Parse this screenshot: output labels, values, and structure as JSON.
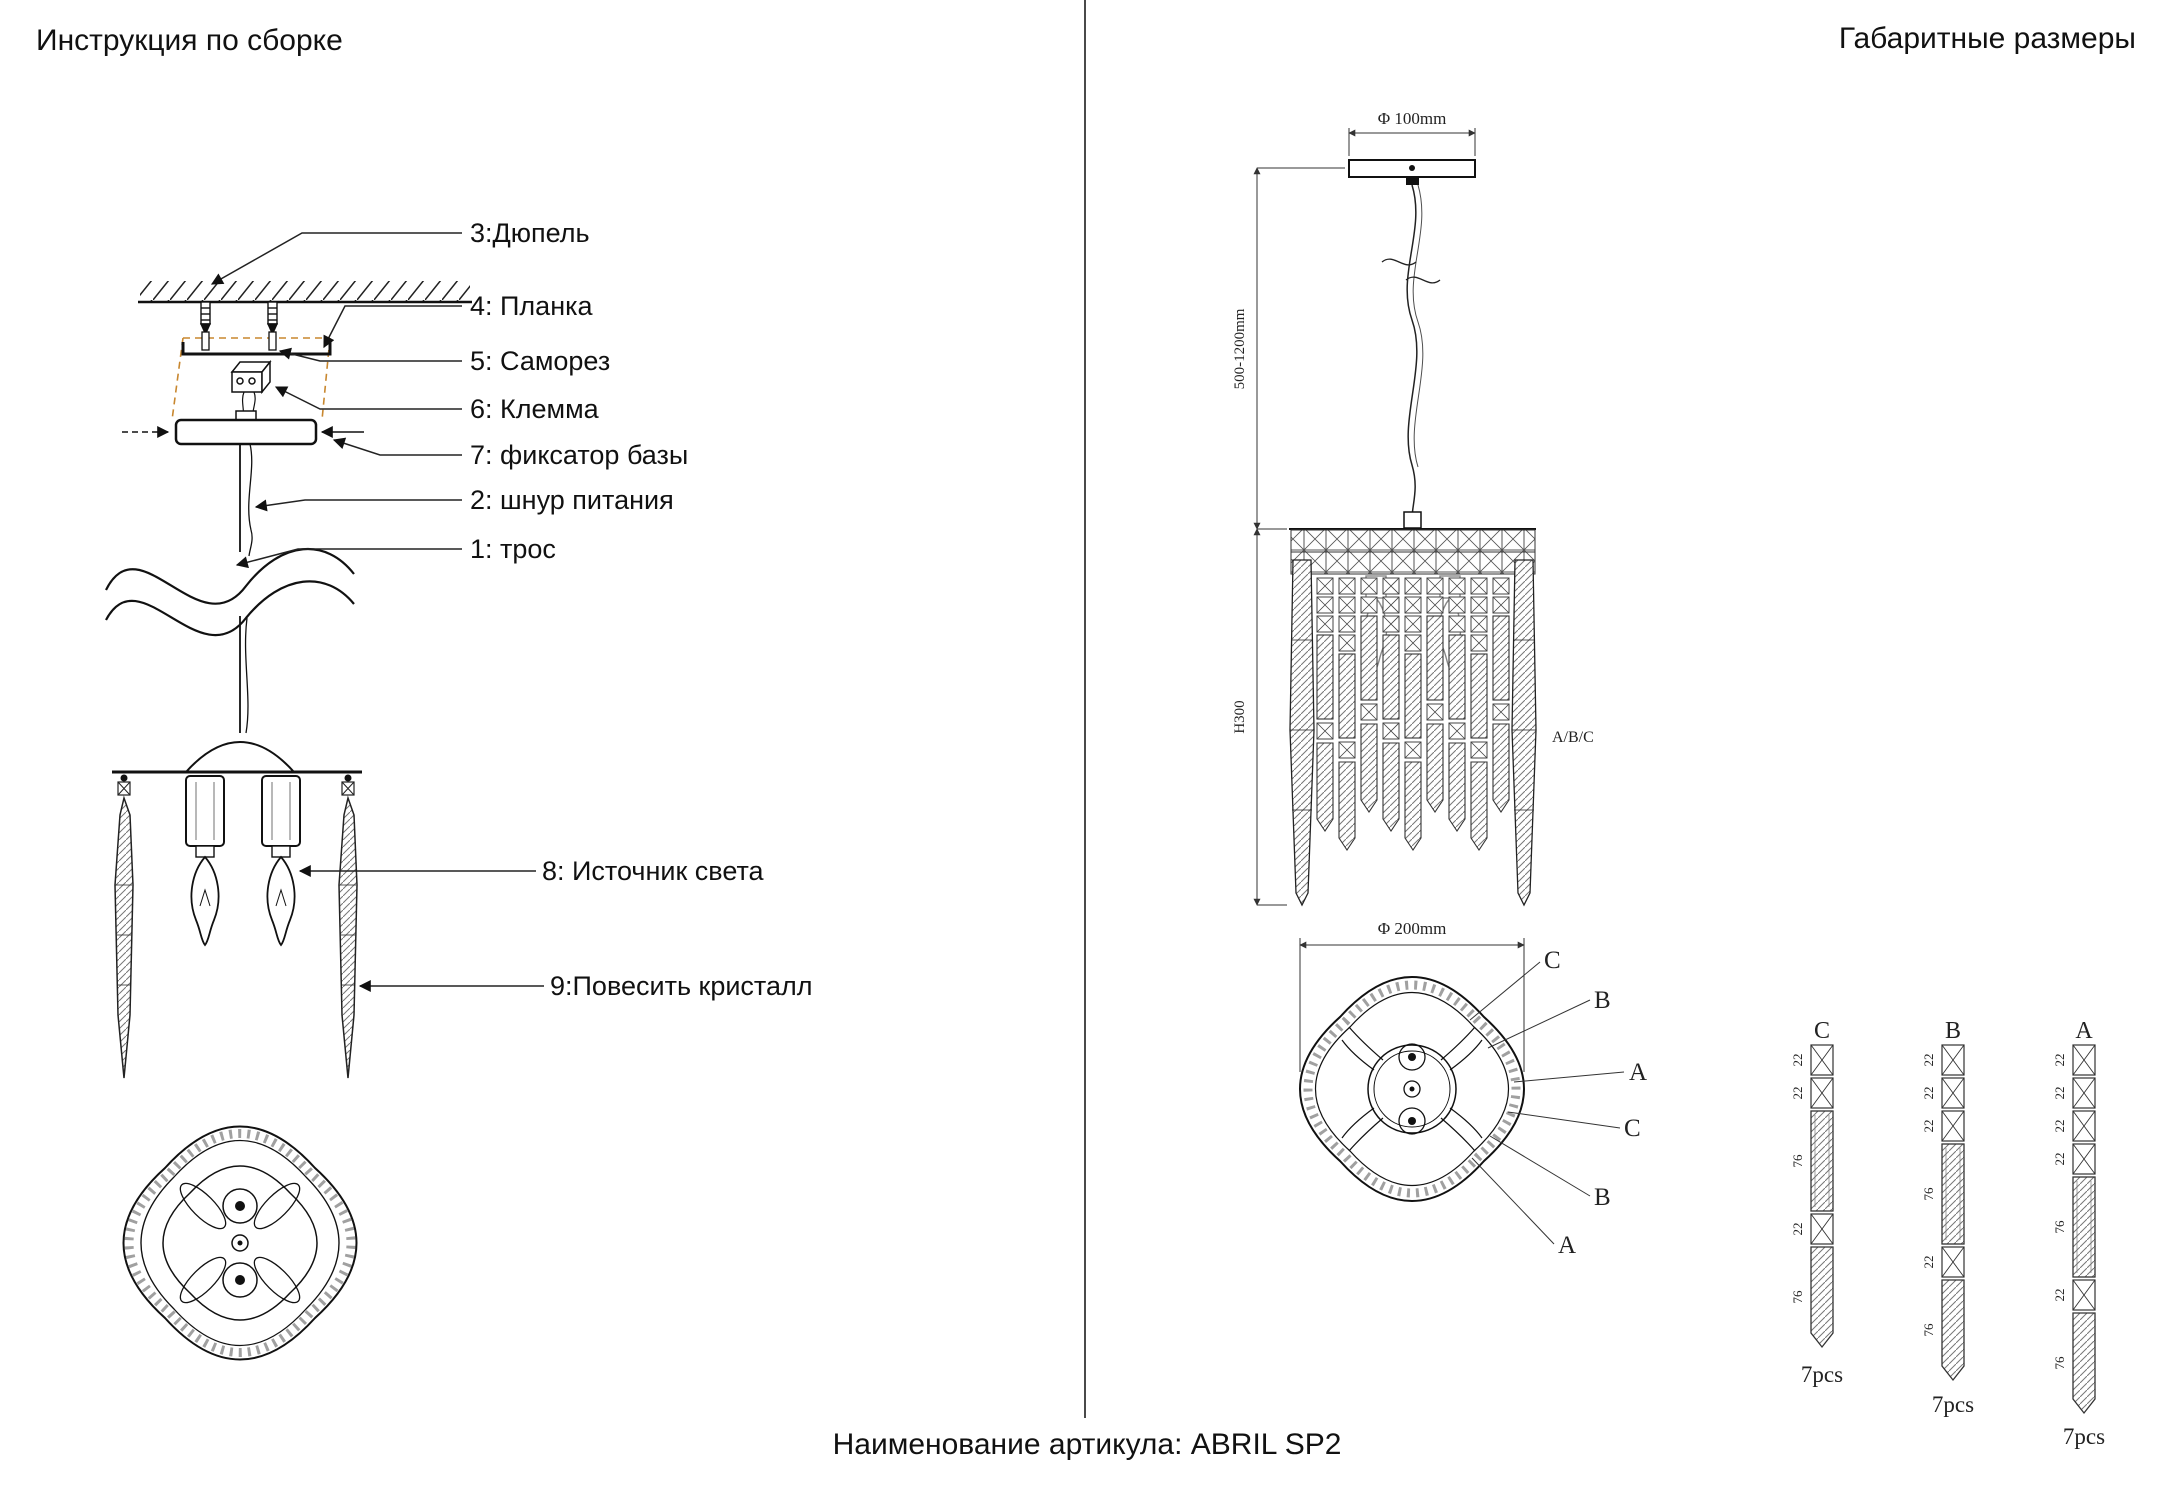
{
  "titles": {
    "left": "Инструкция по сборке",
    "right": "Габаритные размеры"
  },
  "footer": "Наименование артикула: ABRIL SP2",
  "assembly_labels": [
    "3:Дюпель",
    "4: Планка",
    "5: Саморез",
    "6: Клемма",
    "7: фиксатор базы",
    "2: шнур питания",
    "1: трос",
    "8: Источник света",
    "9:Повесить кристалл"
  ],
  "dims": {
    "canopy_d": "Φ 100mm",
    "cable": "500-1200mm",
    "height": "H300",
    "types": "A/B/C",
    "body_d": "Φ 200mm",
    "ring": [
      "C",
      "B",
      "A",
      "C",
      "B",
      "A"
    ],
    "strands": [
      {
        "name": "C",
        "qty": "7pcs",
        "segs": [
          "22",
          "22",
          "76",
          "22",
          "76"
        ]
      },
      {
        "name": "B",
        "qty": "7pcs",
        "segs": [
          "22",
          "22",
          "22",
          "76",
          "22",
          "76"
        ]
      },
      {
        "name": "A",
        "qty": "7pcs",
        "segs": [
          "22",
          "22",
          "22",
          "22",
          "76",
          "22",
          "76"
        ]
      }
    ]
  },
  "colors": {
    "ink": "#111111",
    "guide_dash": "#c8872f"
  }
}
